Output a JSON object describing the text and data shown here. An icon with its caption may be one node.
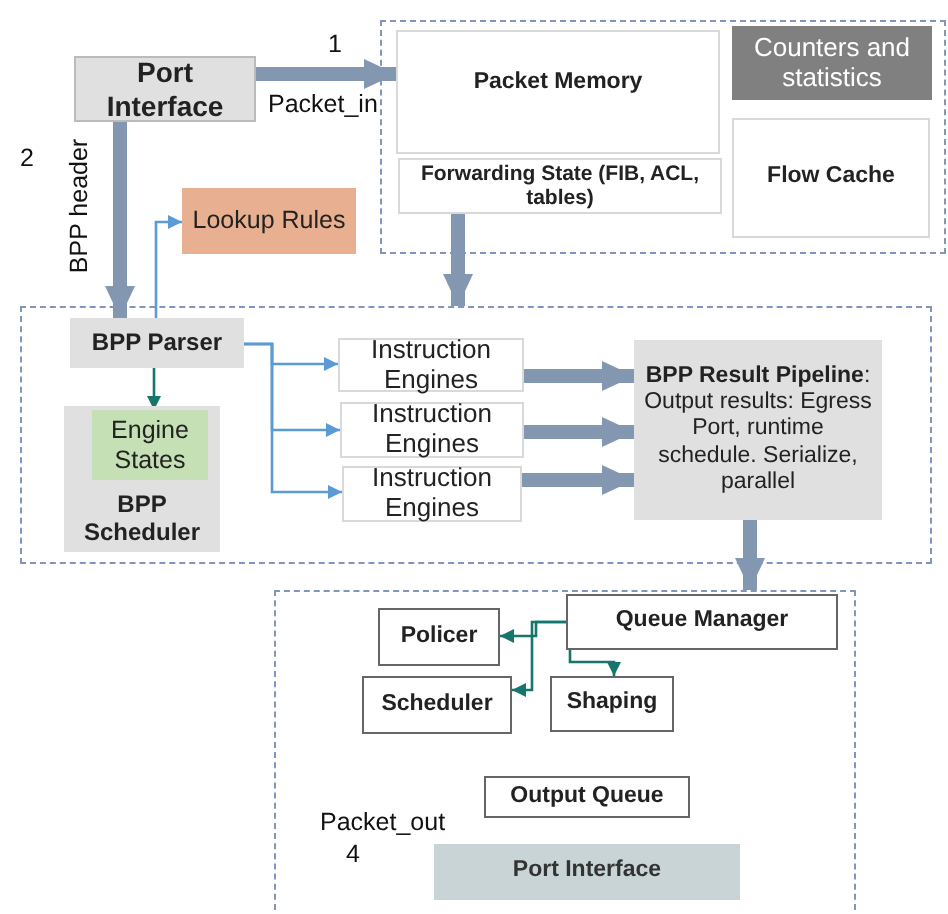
{
  "diagram": {
    "nodes": [
      {
        "text": [
          "Port Interface"
        ]
      },
      {
        "text": [],
        "shape": "box"
      },
      {
        "text": [
          "Packet Memory"
        ],
        "in": 1
      },
      {
        "text": [
          "Counters and statistics"
        ],
        "in": 1
      },
      {
        "text": [
          "Forwarding State (FIB, ACL, tables)"
        ],
        "in": 1
      },
      {
        "text": [
          "Flow Cache"
        ],
        "in": 1
      },
      {
        "text": [
          "Lookup Rules"
        ]
      },
      {
        "text": [],
        "shape": "box"
      },
      {
        "text": [
          "BPP Parser"
        ],
        "in": 7
      },
      {
        "text": [
          "BPP Scheduler"
        ],
        "in": 7
      },
      {
        "text": [
          "Engine States"
        ],
        "in": 9
      },
      {
        "text": [
          "Instruction Engines"
        ],
        "in": 7
      },
      {
        "text": [
          "Instruction Engines"
        ],
        "in": 7
      },
      {
        "text": [
          "Instruction Engines"
        ],
        "in": 7
      },
      {
        "text": [
          "**BPP Result Pipeline**: Output results: Egress Port, runtime schedule. Serialize, parallel"
        ],
        "in": 7
      },
      {
        "text": [],
        "shape": "box"
      },
      {
        "text": [
          "Queue Manager"
        ],
        "in": 15
      },
      {
        "text": [
          "Policer"
        ],
        "in": 15
      },
      {
        "text": [
          "Scheduler"
        ],
        "in": 15
      },
      {
        "text": [
          "Shaping"
        ],
        "in": 15
      },
      {
        "text": [
          "Output Queue"
        ],
        "in": 15
      },
      {
        "text": [
          "Port Interface"
        ],
        "in": 15
      }
    ],
    "edges": [
      {
        "from": 0,
        "to": 2,
        "arrow": "to",
        "style": "thick"
      },
      {
        "from": 0,
        "to": 8,
        "arrow": "to",
        "style": "thick"
      },
      {
        "from": 8,
        "to": 6,
        "arrow": "to",
        "color": "#5b9bd5"
      },
      {
        "from": 4,
        "to": 7,
        "arrow": "to",
        "style": "thick"
      },
      {
        "from": 8,
        "to": 10,
        "arrow": "to",
        "color": "#17766c"
      },
      {
        "from": 8,
        "to": 11,
        "arrow": "to",
        "color": "#5b9bd5"
      },
      {
        "from": 8,
        "to": 12,
        "arrow": "to",
        "color": "#5b9bd5"
      },
      {
        "from": 8,
        "to": 13,
        "arrow": "to",
        "color": "#5b9bd5"
      },
      {
        "from": 11,
        "to": 14,
        "arrow": "to",
        "style": "thick"
      },
      {
        "from": 12,
        "to": 14,
        "arrow": "to",
        "style": "thick"
      },
      {
        "from": 13,
        "to": 14,
        "arrow": "to",
        "style": "thick"
      },
      {
        "from": 14,
        "to": 15,
        "arrow": "to",
        "style": "thick"
      },
      {
        "from": 16,
        "to": 17,
        "arrow": "to",
        "color": "#17766c"
      },
      {
        "from": 16,
        "to": 18,
        "arrow": "to",
        "color": "#17766c"
      },
      {
        "from": 16,
        "to": 19,
        "arrow": "to",
        "color": "#17766c"
      }
    ],
    "labels": [
      "1",
      "Packet_in",
      "2",
      "BPP header",
      "Packet_out",
      "4"
    ]
  }
}
